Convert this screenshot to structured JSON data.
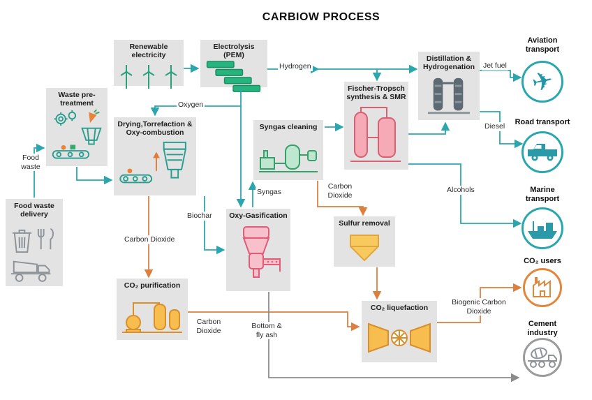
{
  "title": "CARBIOW PROCESS",
  "colors": {
    "teal_flow": "#2aa7ae",
    "orange_flow": "#dd7f3f",
    "gray_flow": "#8c8c8c",
    "panel_gray": "#e3e3e3",
    "green_icon": "#25b37e",
    "pink_icon": "#e05c77",
    "yellow_icon": "#f7bd4e",
    "dark_column": "#5d6a73"
  },
  "nodes": {
    "renewable": {
      "label": "Renewable electricity",
      "icon": "wind-turbines-icon"
    },
    "electrolysis": {
      "label": "Electrolysis (PEM)",
      "icon": "electrolyzer-stack-icon"
    },
    "waste_pretreatment": {
      "label": "Waste pre-treatment",
      "icon": "pretreatment-machinery-icon"
    },
    "food_waste_delivery": {
      "label": "Food waste delivery",
      "icon": "trash-and-truck-icon"
    },
    "drying": {
      "label": "Drying,Torrefaction & Oxy-combustion",
      "icon": "conveyor-furnace-icon"
    },
    "syngas_cleaning": {
      "label": "Syngas cleaning",
      "icon": "gas-cleaning-unit-icon"
    },
    "fischer_tropsch": {
      "label": "Fischer-Tropsch synthesis & SMR",
      "icon": "synthesis-columns-icon"
    },
    "distillation": {
      "label": "Distillation & Hydrogenation",
      "icon": "distillation-columns-icon"
    },
    "oxy_gasification": {
      "label": "Oxy-Gasification",
      "icon": "gasifier-icon"
    },
    "sulfur_removal": {
      "label": "Sulfur removal",
      "icon": "sulfur-hopper-icon"
    },
    "co2_purification": {
      "label": "CO₂ purification",
      "icon": "purification-unit-icon"
    },
    "co2_liquefaction": {
      "label": "CO₂ liquefaction",
      "icon": "liquefaction-compressor-icon"
    }
  },
  "destinations": {
    "aviation": {
      "label": "Aviation transport",
      "icon": "airplane-icon",
      "accent": "#2aa7ae"
    },
    "road": {
      "label": "Road transport",
      "icon": "truck-icon",
      "accent": "#2aa7ae"
    },
    "marine": {
      "label": "Marine transport",
      "icon": "ship-icon",
      "accent": "#2aa7ae"
    },
    "co2_users": {
      "label": "CO₂ users",
      "icon": "factory-icon",
      "accent": "#e0873c"
    },
    "cement": {
      "label": "Cement industry",
      "icon": "mixer-truck-icon",
      "accent": "#9b9b9b"
    }
  },
  "flows": {
    "hydrogen": "Hydrogen",
    "oxygen": "Oxygen",
    "food_waste": "Food waste",
    "biochar": "Biochar",
    "syngas": "Syngas",
    "co2_from_syngas": "Carbon Dioxide",
    "co2_from_drying": "Carbon Dioxide",
    "co2_from_purification": "Carbon Dioxide",
    "bottom_fly_ash": "Bottom & fly ash",
    "jet_fuel": "Jet fuel",
    "diesel": "Diesel",
    "alcohols": "Alcohols",
    "biogenic_co2": "Biogenic Carbon Dioxide"
  }
}
